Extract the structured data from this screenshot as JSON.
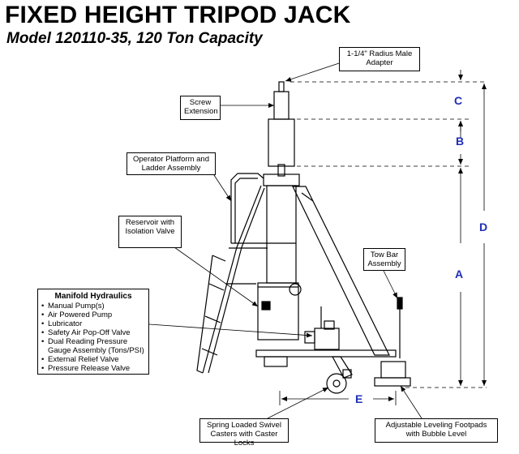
{
  "title": "FIXED HEIGHT TRIPOD JACK",
  "subtitle": "Model 120110-35, 120 Ton Capacity",
  "callouts": {
    "adapter": "1-1/4\" Radius Male Adapter",
    "screw": "Screw Extension",
    "platform": "Operator Platform and Ladder Assembly",
    "reservoir": "Reservoir with Isolation Valve",
    "towbar": "Tow Bar Assembly",
    "casters": "Spring Loaded Swivel Casters with Caster Locks",
    "footpads": "Adjustable Leveling Footpads with Bubble Level"
  },
  "manifold": {
    "title": "Manifold Hydraulics",
    "items": [
      "Manual Pump(s)",
      "Air Powered Pump",
      "Lubricator",
      "Safety Air Pop-Off Valve",
      "Dual Reading Pressure Gauge Assembly (Tons/PSI)",
      "External Relief Valve",
      "Pressure Release Valve"
    ]
  },
  "dimensions": {
    "a": "A",
    "b": "B",
    "c": "C",
    "d": "D",
    "e": "E"
  },
  "colors": {
    "dimension_label": "#1f2fb5",
    "line": "#000000"
  }
}
